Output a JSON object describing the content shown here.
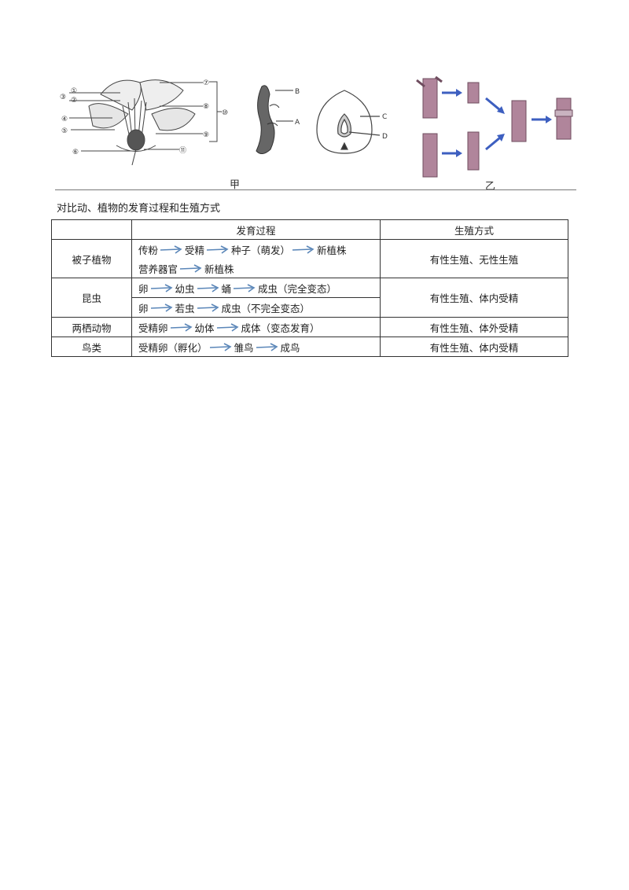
{
  "figure": {
    "jia_label": "甲",
    "yi_label": "乙",
    "flower_labels": [
      "①",
      "②",
      "③",
      "④",
      "⑤",
      "⑥",
      "⑦",
      "⑧",
      "⑨",
      "⑩",
      "⑪"
    ],
    "stem_labels": [
      "B",
      "A"
    ],
    "seed_labels": [
      "C",
      "D"
    ]
  },
  "heading": "对比动、植物的发育过程和生殖方式",
  "table": {
    "headers": [
      "",
      "发育过程",
      "生殖方式"
    ],
    "rows": [
      {
        "category": "被子植物",
        "lines": [
          [
            "传粉",
            "受精",
            "种子（萌发）",
            "新植株"
          ],
          [
            "营养器官",
            "新植株"
          ]
        ],
        "mode": "有性生殖、无性生殖"
      },
      {
        "category": "昆虫",
        "lines": [
          [
            "卵",
            "幼虫",
            "蛹",
            "成虫（完全变态）"
          ],
          [
            "卵",
            "若虫",
            "成虫（不完全变态）"
          ]
        ],
        "mode": "有性生殖、体内受精"
      },
      {
        "category": "两栖动物",
        "lines": [
          [
            "受精卵",
            "幼体",
            "成体（变态发育）"
          ]
        ],
        "mode": "有性生殖、体外受精"
      },
      {
        "category": "鸟类",
        "lines": [
          [
            "受精卵（孵化）",
            "雏鸟",
            "成鸟"
          ]
        ],
        "mode": "有性生殖、体内受精"
      }
    ]
  },
  "colors": {
    "arrow": "#5a86b8",
    "stem": "#b0859b",
    "graft_arrow": "#3d5fc0"
  }
}
